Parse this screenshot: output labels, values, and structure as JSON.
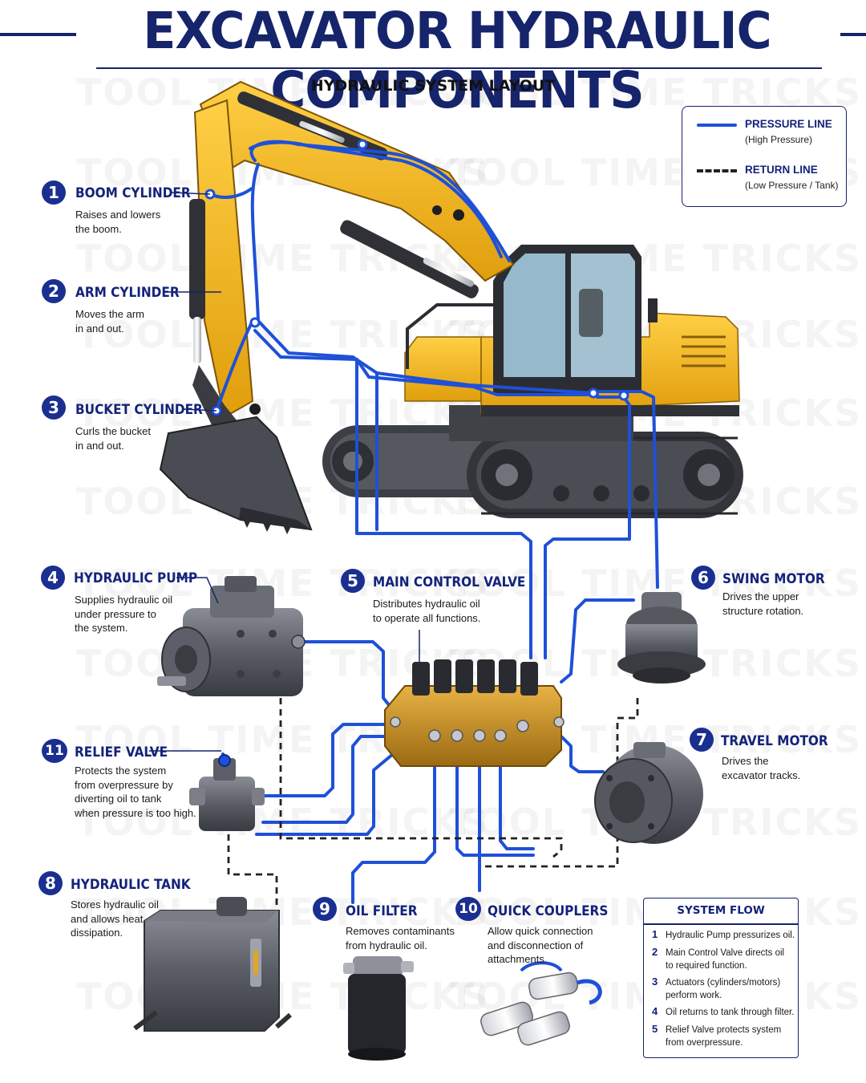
{
  "title": "EXCAVATOR HYDRAULIC COMPONENTS",
  "subtitle": "HYDRAULIC SYSTEM LAYOUT",
  "watermark": "TOOL TIME TRICKS",
  "colors": {
    "navy": "#16246b",
    "badge": "#1a2f8f",
    "pressure_line": "#1e50d8",
    "return_line": "#222222",
    "machine_yellow": "#f2b21c",
    "steel": "#55575f",
    "valve_gold": "#c98f1c"
  },
  "legend": {
    "pressure_label": "PRESSURE LINE",
    "pressure_sub": "(High Pressure)",
    "return_label": "RETURN LINE",
    "return_sub": "(Low Pressure / Tank)"
  },
  "components": [
    {
      "num": "1",
      "name": "BOOM CYLINDER",
      "desc": [
        "Raises and lowers",
        "the boom."
      ]
    },
    {
      "num": "2",
      "name": "ARM CYLINDER",
      "desc": [
        "Moves the arm",
        "in and out."
      ]
    },
    {
      "num": "3",
      "name": "BUCKET CYLINDER",
      "desc": [
        "Curls the bucket",
        "in and out."
      ]
    },
    {
      "num": "4",
      "name": "HYDRAULIC PUMP",
      "desc": [
        "Supplies hydraulic oil",
        "under pressure to",
        "the system."
      ]
    },
    {
      "num": "5",
      "name": "MAIN CONTROL VALVE",
      "desc": [
        "Distributes hydraulic oil",
        "to operate all functions."
      ]
    },
    {
      "num": "6",
      "name": "SWING MOTOR",
      "desc": [
        "Drives the upper",
        "structure rotation."
      ]
    },
    {
      "num": "7",
      "name": "TRAVEL MOTOR",
      "desc": [
        "Drives the",
        "excavator tracks."
      ]
    },
    {
      "num": "8",
      "name": "HYDRAULIC TANK",
      "desc": [
        "Stores hydraulic oil",
        "and allows heat",
        "dissipation."
      ]
    },
    {
      "num": "9",
      "name": "OIL FILTER",
      "desc": [
        "Removes contaminants",
        "from hydraulic oil."
      ]
    },
    {
      "num": "10",
      "name": "QUICK COUPLERS",
      "desc": [
        "Allow quick connection",
        "and disconnection of",
        "attachments."
      ]
    },
    {
      "num": "11",
      "name": "RELIEF VALVE",
      "desc": [
        "Protects the system",
        "from overpressure by",
        "diverting oil to tank",
        "when pressure is too high."
      ]
    }
  ],
  "system_flow": {
    "title": "SYSTEM FLOW",
    "steps": [
      {
        "num": "1",
        "text": [
          "Hydraulic Pump pressurizes oil."
        ]
      },
      {
        "num": "2",
        "text": [
          "Main Control Valve directs oil",
          "to required function."
        ]
      },
      {
        "num": "3",
        "text": [
          "Actuators (cylinders/motors)",
          "perform work."
        ]
      },
      {
        "num": "4",
        "text": [
          "Oil returns to tank through filter."
        ]
      },
      {
        "num": "5",
        "text": [
          "Relief Valve protects system",
          "from overpressure."
        ]
      }
    ]
  }
}
